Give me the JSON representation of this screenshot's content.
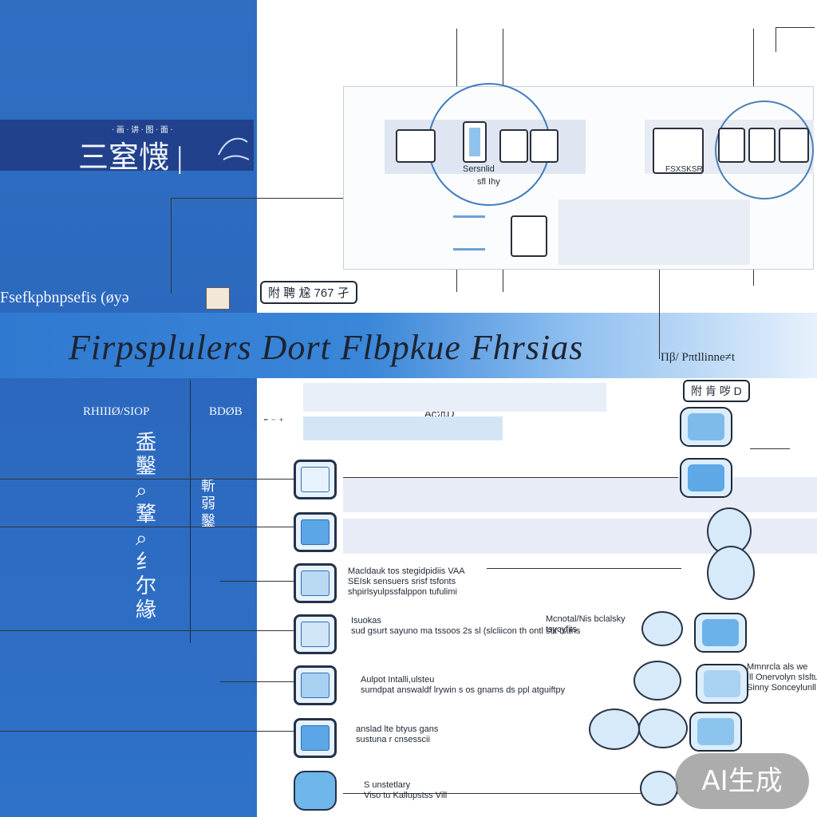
{
  "header": {
    "small_caption": "· 画 · 讲 · 图 · 面 ·",
    "title_glyphs": "三窒懱 |"
  },
  "left": {
    "row_label": "Fsefkpbnpsefis (øyə",
    "sub_label_a": "RHIIIØ/SIOP",
    "sub_label_b": "BDØB",
    "vertical_a": "盉 鑿 ⌕ 鞪 ⌕ 纟 尔 緣",
    "vertical_b": "斬 弱 鑿"
  },
  "tag_top": "附 聘 尮 767 孑",
  "banner": {
    "title": "Firpsplulers Dort Flbpkue Fhrsias"
  },
  "panel": {
    "caption_a": "Sersnlid",
    "caption_b": "sfl Ihy",
    "caption_c": "FSXSKSR"
  },
  "right": {
    "label_a": "Πβ/ Pπtllinne≠t",
    "tag": "附 肯 哕 D",
    "center_label": "Ac沉D",
    "small_sign": "₌ ₋ ₊"
  },
  "notes": [
    {
      "line1": "Macldauk tos stegidpidiis VAA",
      "line2": "SEIsk sensuers srisf tsfonts",
      "line3": "shpirlsyulpssfalppon tufulimi"
    },
    {
      "line1": "Isuokas",
      "line2": "sud gsurt sayuno ma tssoos 2s sl (slcliicon th ontl stit tsuns",
      "line3": ""
    },
    {
      "line1": "Mcnotal/Nis bclalsky",
      "line2": "tsycyfits",
      "line3": ""
    },
    {
      "line1": "Aulpot Intalli,ulsteu",
      "line2": "sumdpat answaldf lrywin s os gnams ds ppl atguiftpy",
      "line3": ""
    },
    {
      "line1": "anslad lte btyus gans",
      "line2": "sustuna r cnsesscii",
      "line3": ""
    },
    {
      "line1": "S unstetlary",
      "line2": "Viso tu Kallupstss Vill",
      "line3": ""
    },
    {
      "line1": "Mmnrcla als we",
      "line2": "Ill Onervolyn sIsltuiloj",
      "line3": "Sinny Sonceylunll"
    }
  ],
  "badge": "AI生成"
}
